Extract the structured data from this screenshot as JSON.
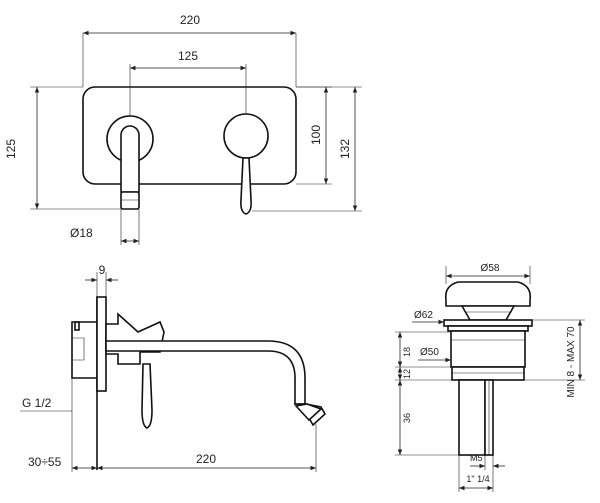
{
  "front_view": {
    "dim_width_overall": "220",
    "dim_center_distance": "125",
    "dim_height_left": "125",
    "dim_plate_height": "100",
    "dim_height_total": "132",
    "dim_spout_diameter": "Ø18"
  },
  "side_view": {
    "dim_plate_thickness": "9",
    "dim_thread": "G 1/2",
    "dim_wall_depth": "30÷55",
    "dim_spout_reach": "220"
  },
  "waste_view": {
    "dim_cap_diameter": "Ø58",
    "dim_flange_diameter": "Ø62",
    "dim_body_diameter": "Ø50",
    "dim_18": "18",
    "dim_12": "12",
    "dim_36": "36",
    "dim_range": "MIN 8 - MAX 70",
    "dim_m5": "M5",
    "dim_thread_bottom": "1\" 1/4"
  }
}
